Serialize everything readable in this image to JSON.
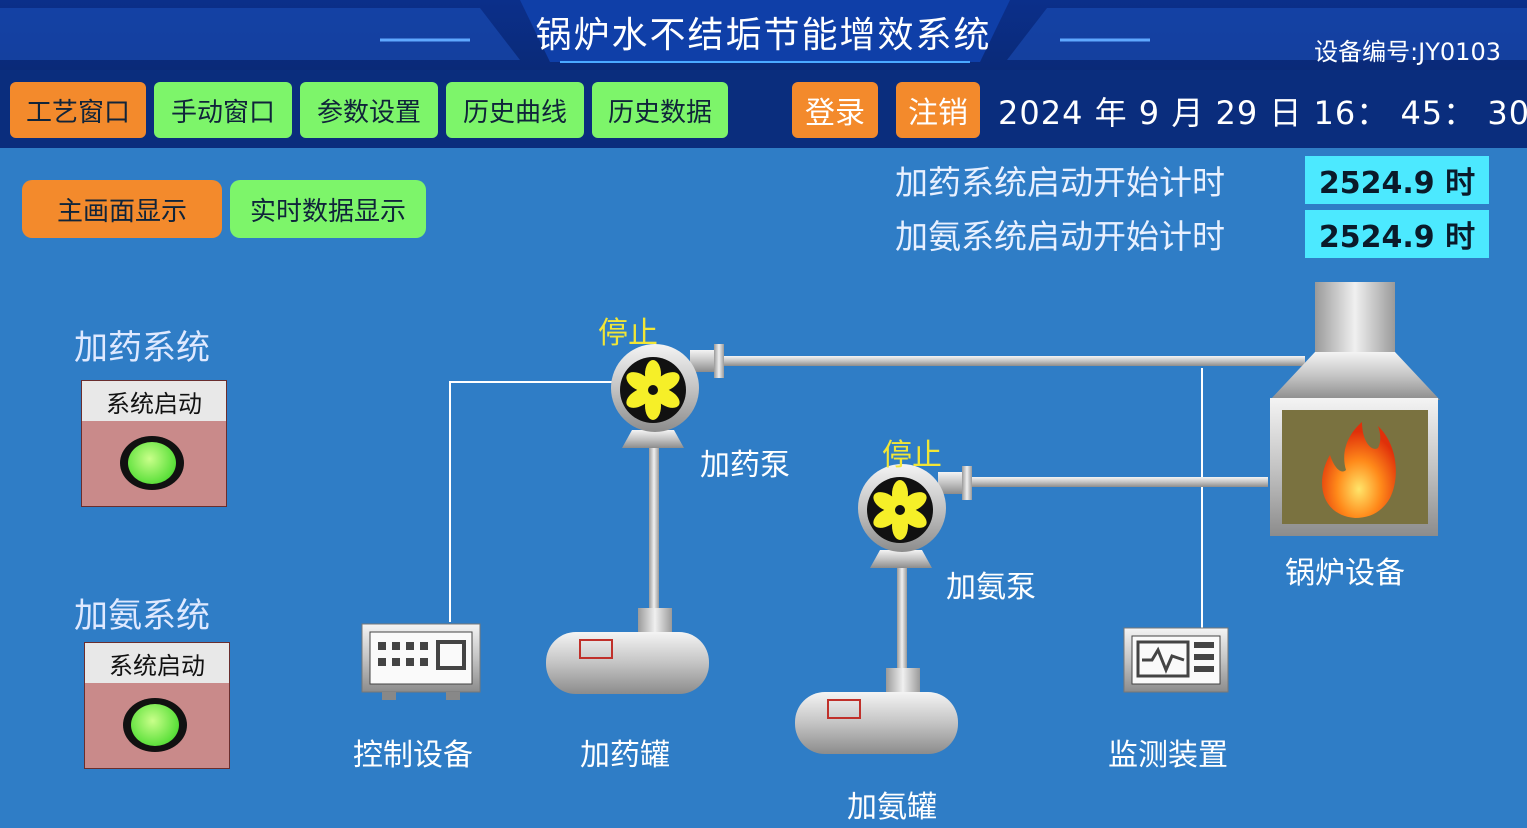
{
  "header": {
    "title": "锅炉水不结垢节能增效系统",
    "device_id": "设备编号:JY0103"
  },
  "nav": {
    "tabs": [
      {
        "label": "工艺窗口"
      },
      {
        "label": "手动窗口"
      },
      {
        "label": "参数设置"
      },
      {
        "label": "历史曲线"
      },
      {
        "label": "历史数据"
      }
    ],
    "login": "登录",
    "logout": "注销",
    "datetime": "2024 年 9 月  29 日 16： 45： 30"
  },
  "views": {
    "main": "主画面显示",
    "realtime": "实时数据显示"
  },
  "timers": [
    {
      "label": "加药系统启动开始计时",
      "value": "2524.9 时"
    },
    {
      "label": "加氨系统启动开始计时",
      "value": "2524.9 时"
    }
  ],
  "systems": [
    {
      "title": "加药系统",
      "button": "系统启动"
    },
    {
      "title": "加氨系统",
      "button": "系统启动"
    }
  ],
  "process": {
    "pump1_status": "停止",
    "pump2_status": "停止",
    "pump1_label": "加药泵",
    "pump2_label": "加氨泵",
    "control_label": "控制设备",
    "tank1_label": "加药罐",
    "tank2_label": "加氨罐",
    "monitor_label": "监测装置",
    "boiler_label": "锅炉设备"
  },
  "colors": {
    "background": "#2f7dc6",
    "header": "#0a2d7d",
    "tab_orange": "#f38a2c",
    "tab_green": "#7df56a",
    "timer_box": "#4ce9ff",
    "status_text": "#f2e636"
  }
}
